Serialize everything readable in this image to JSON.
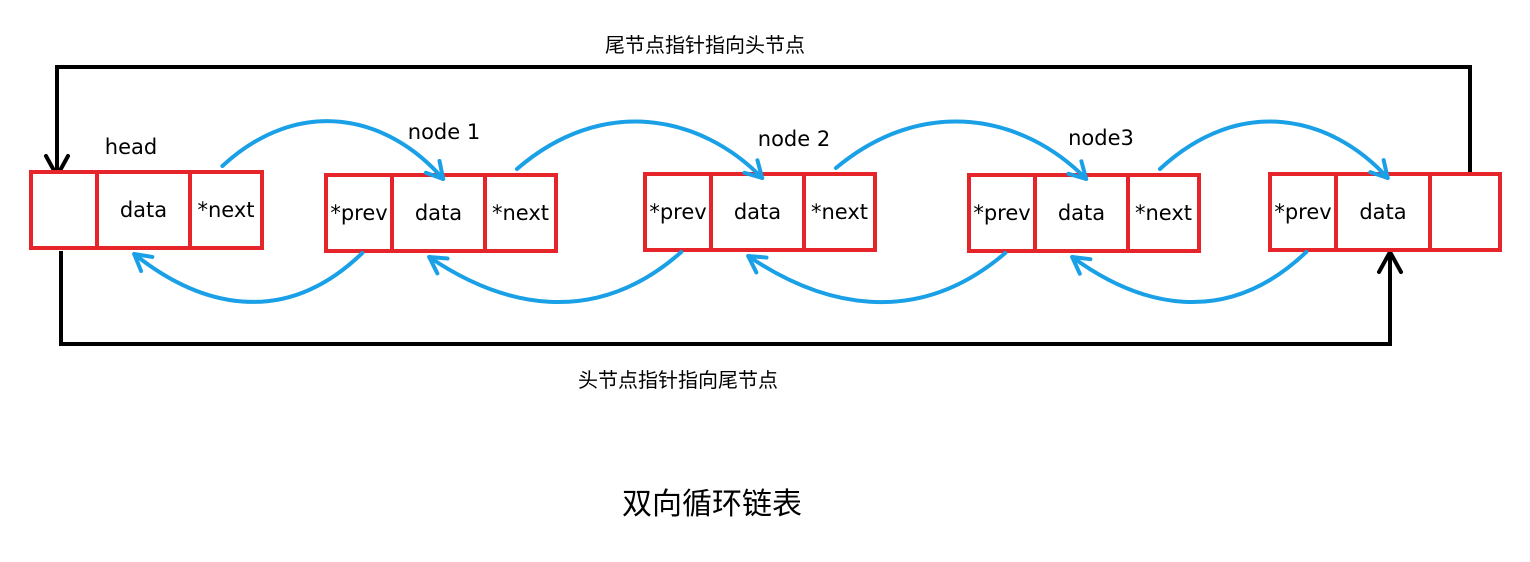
{
  "title": "双向循环链表",
  "top_arrow_label": "尾节点指针指向头节点",
  "bottom_arrow_label": "头节点指针指向尾节点",
  "colors": {
    "node_border": "#e5252a",
    "link_arrow": "#1aa0e6",
    "wrap_arrow": "#000000"
  },
  "nodes": [
    {
      "label": "head",
      "cells": [
        "",
        "data",
        "*next"
      ]
    },
    {
      "label": "node 1",
      "cells": [
        "*prev",
        "data",
        "*next"
      ]
    },
    {
      "label": "node 2",
      "cells": [
        "*prev",
        "data",
        "*next"
      ]
    },
    {
      "label": "node3",
      "cells": [
        "*prev",
        "data",
        "*next"
      ]
    },
    {
      "label": "",
      "cells": [
        "*prev",
        "data",
        ""
      ]
    }
  ]
}
